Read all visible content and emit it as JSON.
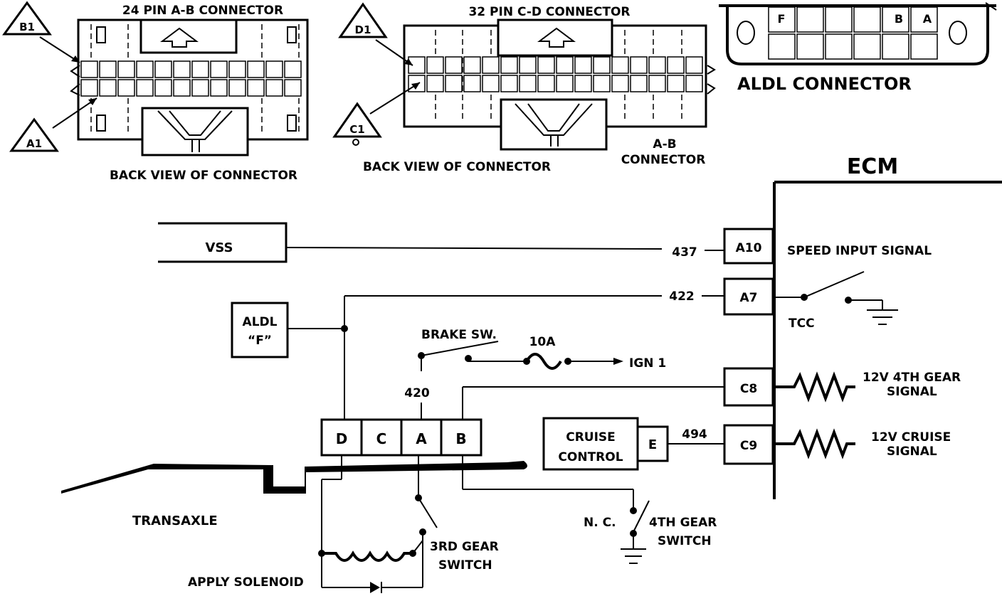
{
  "connectors": {
    "ab": {
      "title": "24 PIN A-B  CONNECTOR",
      "caption": "BACK VIEW OF CONNECTOR",
      "pin_top": "B1",
      "pin_bottom": "A1"
    },
    "cd": {
      "title": "32 PIN C-D  CONNECTOR",
      "caption": "BACK VIEW OF CONNECTOR",
      "pin_top": "D1",
      "pin_bottom": "C1",
      "side_label_1": "A-B",
      "side_label_2": "CONNECTOR"
    },
    "aldl": {
      "title": "ALDL CONNECTOR",
      "pin_f": "F",
      "pin_b": "B",
      "pin_a": "A"
    }
  },
  "ecm": {
    "title": "ECM"
  },
  "ecm_pins": [
    {
      "pin": "A10",
      "wire": "437",
      "desc": "SPEED INPUT SIGNAL"
    },
    {
      "pin": "A7",
      "wire": "422",
      "desc": "TCC"
    },
    {
      "pin": "C8",
      "wire": "",
      "desc_1": "12V 4TH GEAR",
      "desc_2": "SIGNAL"
    },
    {
      "pin": "C9",
      "wire": "494",
      "desc_1": "12V  CRUISE",
      "desc_2": "SIGNAL"
    }
  ],
  "components": {
    "vss": "VSS",
    "aldl_f_1": "ALDL",
    "aldl_f_2": "“F”",
    "brake_sw": "BRAKE SW.",
    "fuse": "10A",
    "ign": "IGN 1",
    "wire_420": "420",
    "cruise_1": "CRUISE",
    "cruise_2": "CONTROL",
    "cruise_pin": "E",
    "transaxle": "TRANSAXLE",
    "apply_solenoid": "APPLY SOLENOID",
    "third_gear_1": "3RD GEAR",
    "third_gear_2": "SWITCH",
    "nc": "N. C.",
    "fourth_gear_1": "4TH GEAR",
    "fourth_gear_2": "SWITCH"
  },
  "trans_connector": [
    "D",
    "C",
    "A",
    "B"
  ]
}
